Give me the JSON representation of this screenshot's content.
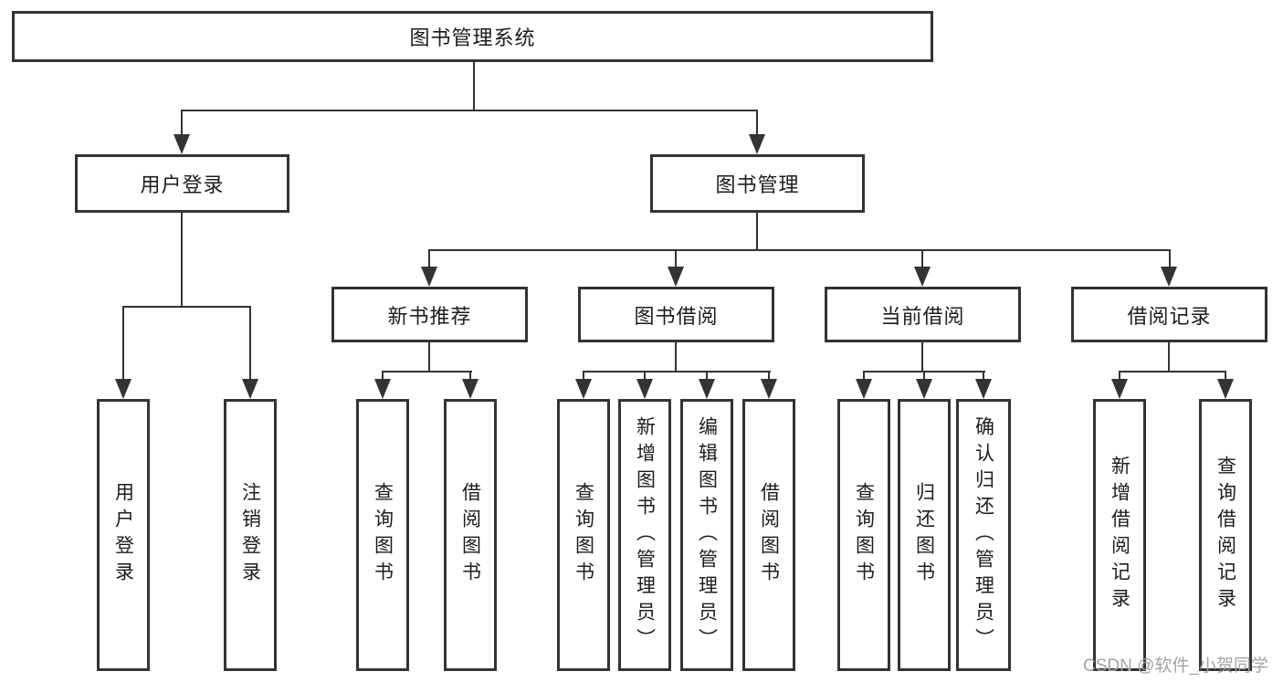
{
  "diagram": {
    "root": {
      "id": "library-management-system",
      "label": "图书管理系统"
    },
    "level1": [
      {
        "id": "user-login",
        "label": "用户登录"
      },
      {
        "id": "book-management",
        "label": "图书管理"
      }
    ],
    "level2": [
      {
        "id": "new-book-recommend",
        "label": "新书推荐"
      },
      {
        "id": "book-borrowing",
        "label": "图书借阅"
      },
      {
        "id": "current-borrowing",
        "label": "当前借阅"
      },
      {
        "id": "borrowing-records",
        "label": "借阅记录"
      }
    ],
    "leaves": [
      {
        "id": "user-login-leaf",
        "label": "用户登录"
      },
      {
        "id": "logout",
        "label": "注销登录"
      },
      {
        "id": "query-books-1",
        "label": "查询图书"
      },
      {
        "id": "borrow-books-1",
        "label": "借阅图书"
      },
      {
        "id": "query-books-2",
        "label": "查询图书"
      },
      {
        "id": "add-books-admin",
        "label": "新增图书（管理员）"
      },
      {
        "id": "edit-books-admin",
        "label": "编辑图书（管理员）"
      },
      {
        "id": "borrow-books-2",
        "label": "借阅图书"
      },
      {
        "id": "query-books-3",
        "label": "查询图书"
      },
      {
        "id": "return-books",
        "label": "归还图书"
      },
      {
        "id": "confirm-return-admin",
        "label": "确认归还（管理员）"
      },
      {
        "id": "add-borrow-record",
        "label": "新增借阅记录"
      },
      {
        "id": "query-borrow-record",
        "label": "查询借阅记录"
      }
    ]
  },
  "watermark": {
    "text": "CSDN @软件_小贺同学"
  },
  "colors": {
    "line": "#333333",
    "text": "#1c1c1c",
    "watermark": "#a3a3a3",
    "background": "#ffffff"
  }
}
